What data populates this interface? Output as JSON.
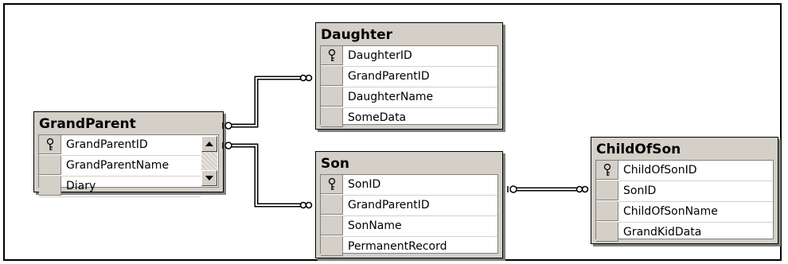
{
  "tables": {
    "grandparent": {
      "title": "GrandParent",
      "columns": [
        {
          "name": "GrandParentID",
          "primary_key": true
        },
        {
          "name": "GrandParentName",
          "primary_key": false
        },
        {
          "name": "Diary",
          "primary_key": false
        }
      ]
    },
    "daughter": {
      "title": "Daughter",
      "columns": [
        {
          "name": "DaughterID",
          "primary_key": true
        },
        {
          "name": "GrandParentID",
          "primary_key": false
        },
        {
          "name": "DaughterName",
          "primary_key": false
        },
        {
          "name": "SomeData",
          "primary_key": false
        }
      ]
    },
    "son": {
      "title": "Son",
      "columns": [
        {
          "name": "SonID",
          "primary_key": true
        },
        {
          "name": "GrandParentID",
          "primary_key": false
        },
        {
          "name": "SonName",
          "primary_key": false
        },
        {
          "name": "PermanentRecord",
          "primary_key": false
        }
      ]
    },
    "childofson": {
      "title": "ChildOfSon",
      "columns": [
        {
          "name": "ChildOfSonID",
          "primary_key": true
        },
        {
          "name": "SonID",
          "primary_key": false
        },
        {
          "name": "ChildOfSonName",
          "primary_key": false
        },
        {
          "name": "GrandKidData",
          "primary_key": false
        }
      ]
    }
  },
  "relationships": [
    {
      "from": "GrandParent",
      "to": "Daughter",
      "from_end": "one",
      "to_end": "many"
    },
    {
      "from": "GrandParent",
      "to": "Son",
      "from_end": "one",
      "to_end": "many"
    },
    {
      "from": "Son",
      "to": "ChildOfSon",
      "from_end": "one",
      "to_end": "many"
    }
  ],
  "icons": {
    "primary_key": "key-icon",
    "scroll_up": "scroll-up-arrow-icon",
    "scroll_down": "scroll-down-arrow-icon"
  },
  "colors": {
    "table_frame": "#d4d0c8",
    "border": "#000000",
    "shadow": "#808080",
    "body": "#ffffff"
  }
}
